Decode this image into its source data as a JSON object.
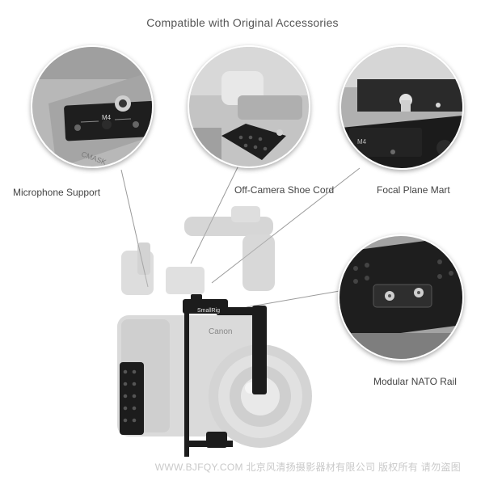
{
  "header": {
    "title": "Compatible with Original Accessories"
  },
  "callouts": [
    {
      "label": "Microphone Support"
    },
    {
      "label": "Off-Camera Shoe Cord"
    },
    {
      "label": "Focal Plane Mart"
    },
    {
      "label": "Modular NATO Rail"
    }
  ],
  "markings": {
    "mount_label": "M4",
    "brand_plate": "SmallRig",
    "camera_brand": "Canon",
    "camera_logo_text": "CMASK"
  },
  "watermark": {
    "text": "WWW.BJFQY.COM 北京风清扬摄影器材有限公司 版权所有 请勿盗图"
  },
  "colors": {
    "cage": "#1c1c1c",
    "camera": "#bdbdbd",
    "background": "#ffffff",
    "leader_line": "#9a9a9a"
  }
}
